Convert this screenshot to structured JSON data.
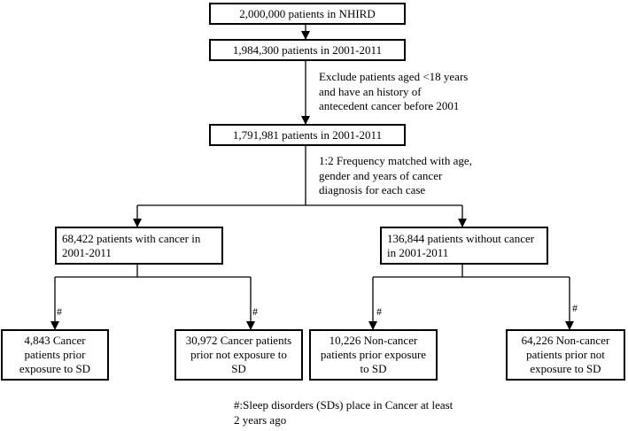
{
  "boxes": {
    "nhird": "2,000,000 patients in NHIRD",
    "period_all": "1,984,300 patients in 2001-2011",
    "period_adult": "1,791,981 patients in 2001-2011",
    "with_cancer": "68,422 patients with cancer in\n2001-2011",
    "without_cancer": "136,844 patients without cancer\nin 2001-2011",
    "cancer_sd": "4,843 Cancer\npatients prior\nexposure to SD",
    "cancer_no_sd": "30,972 Cancer patients\nprior not  exposure to\nSD",
    "noncancer_sd": "10,226  Non-cancer\npatients prior exposure\nto SD",
    "noncancer_no_sd": "64,226 Non-cancer\npatients prior not\nexposure to SD"
  },
  "notes": {
    "exclude": "Exclude patients aged <18 years\nand have an  history of\nantecedent cancer before 2001",
    "match": "1:2 Frequency matched with age,\ngender and years of cancer\ndiagnosis for each case",
    "hash_symbol": "#",
    "footnote": "#:Sleep disorders (SDs) place in Cancer at least\n2 years ago"
  }
}
